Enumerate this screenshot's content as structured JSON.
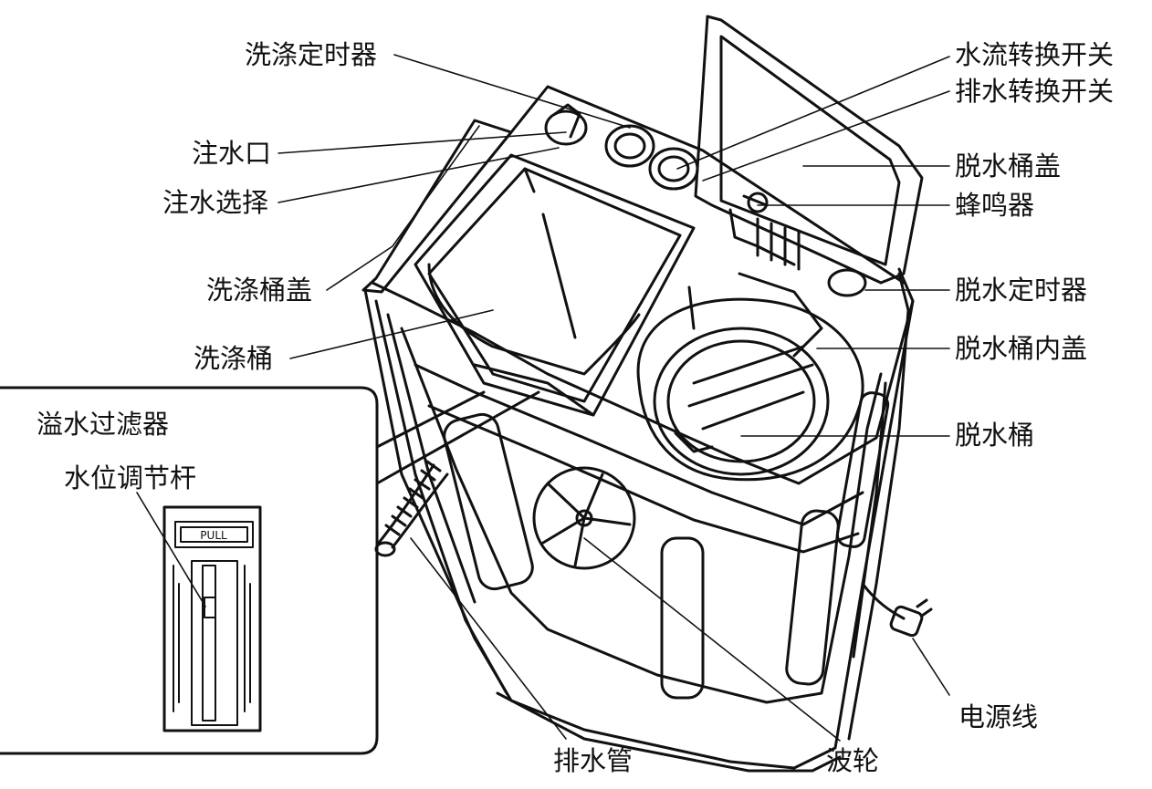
{
  "labels": {
    "wash_timer": "洗涤定时器",
    "water_inlet": "注水口",
    "water_inlet_select": "注水选择",
    "wash_tub_lid": "洗涤桶盖",
    "wash_tub": "洗涤桶",
    "overflow_filter": "溢水过滤器",
    "water_level_lever": "水位调节杆",
    "drain_hose": "排水管",
    "pulsator": "波轮",
    "water_flow_switch": "水流转换开关",
    "drain_switch": "排水转换开关",
    "spin_tub_lid": "脱水桶盖",
    "buzzer": "蜂鸣器",
    "spin_timer": "脱水定时器",
    "spin_tub_inner_lid": "脱水桶内盖",
    "spin_tub": "脱水桶",
    "power_cord": "电源线",
    "filter_pull_text": "PULL"
  },
  "colors": {
    "line": "#111111",
    "background": "#ffffff"
  }
}
